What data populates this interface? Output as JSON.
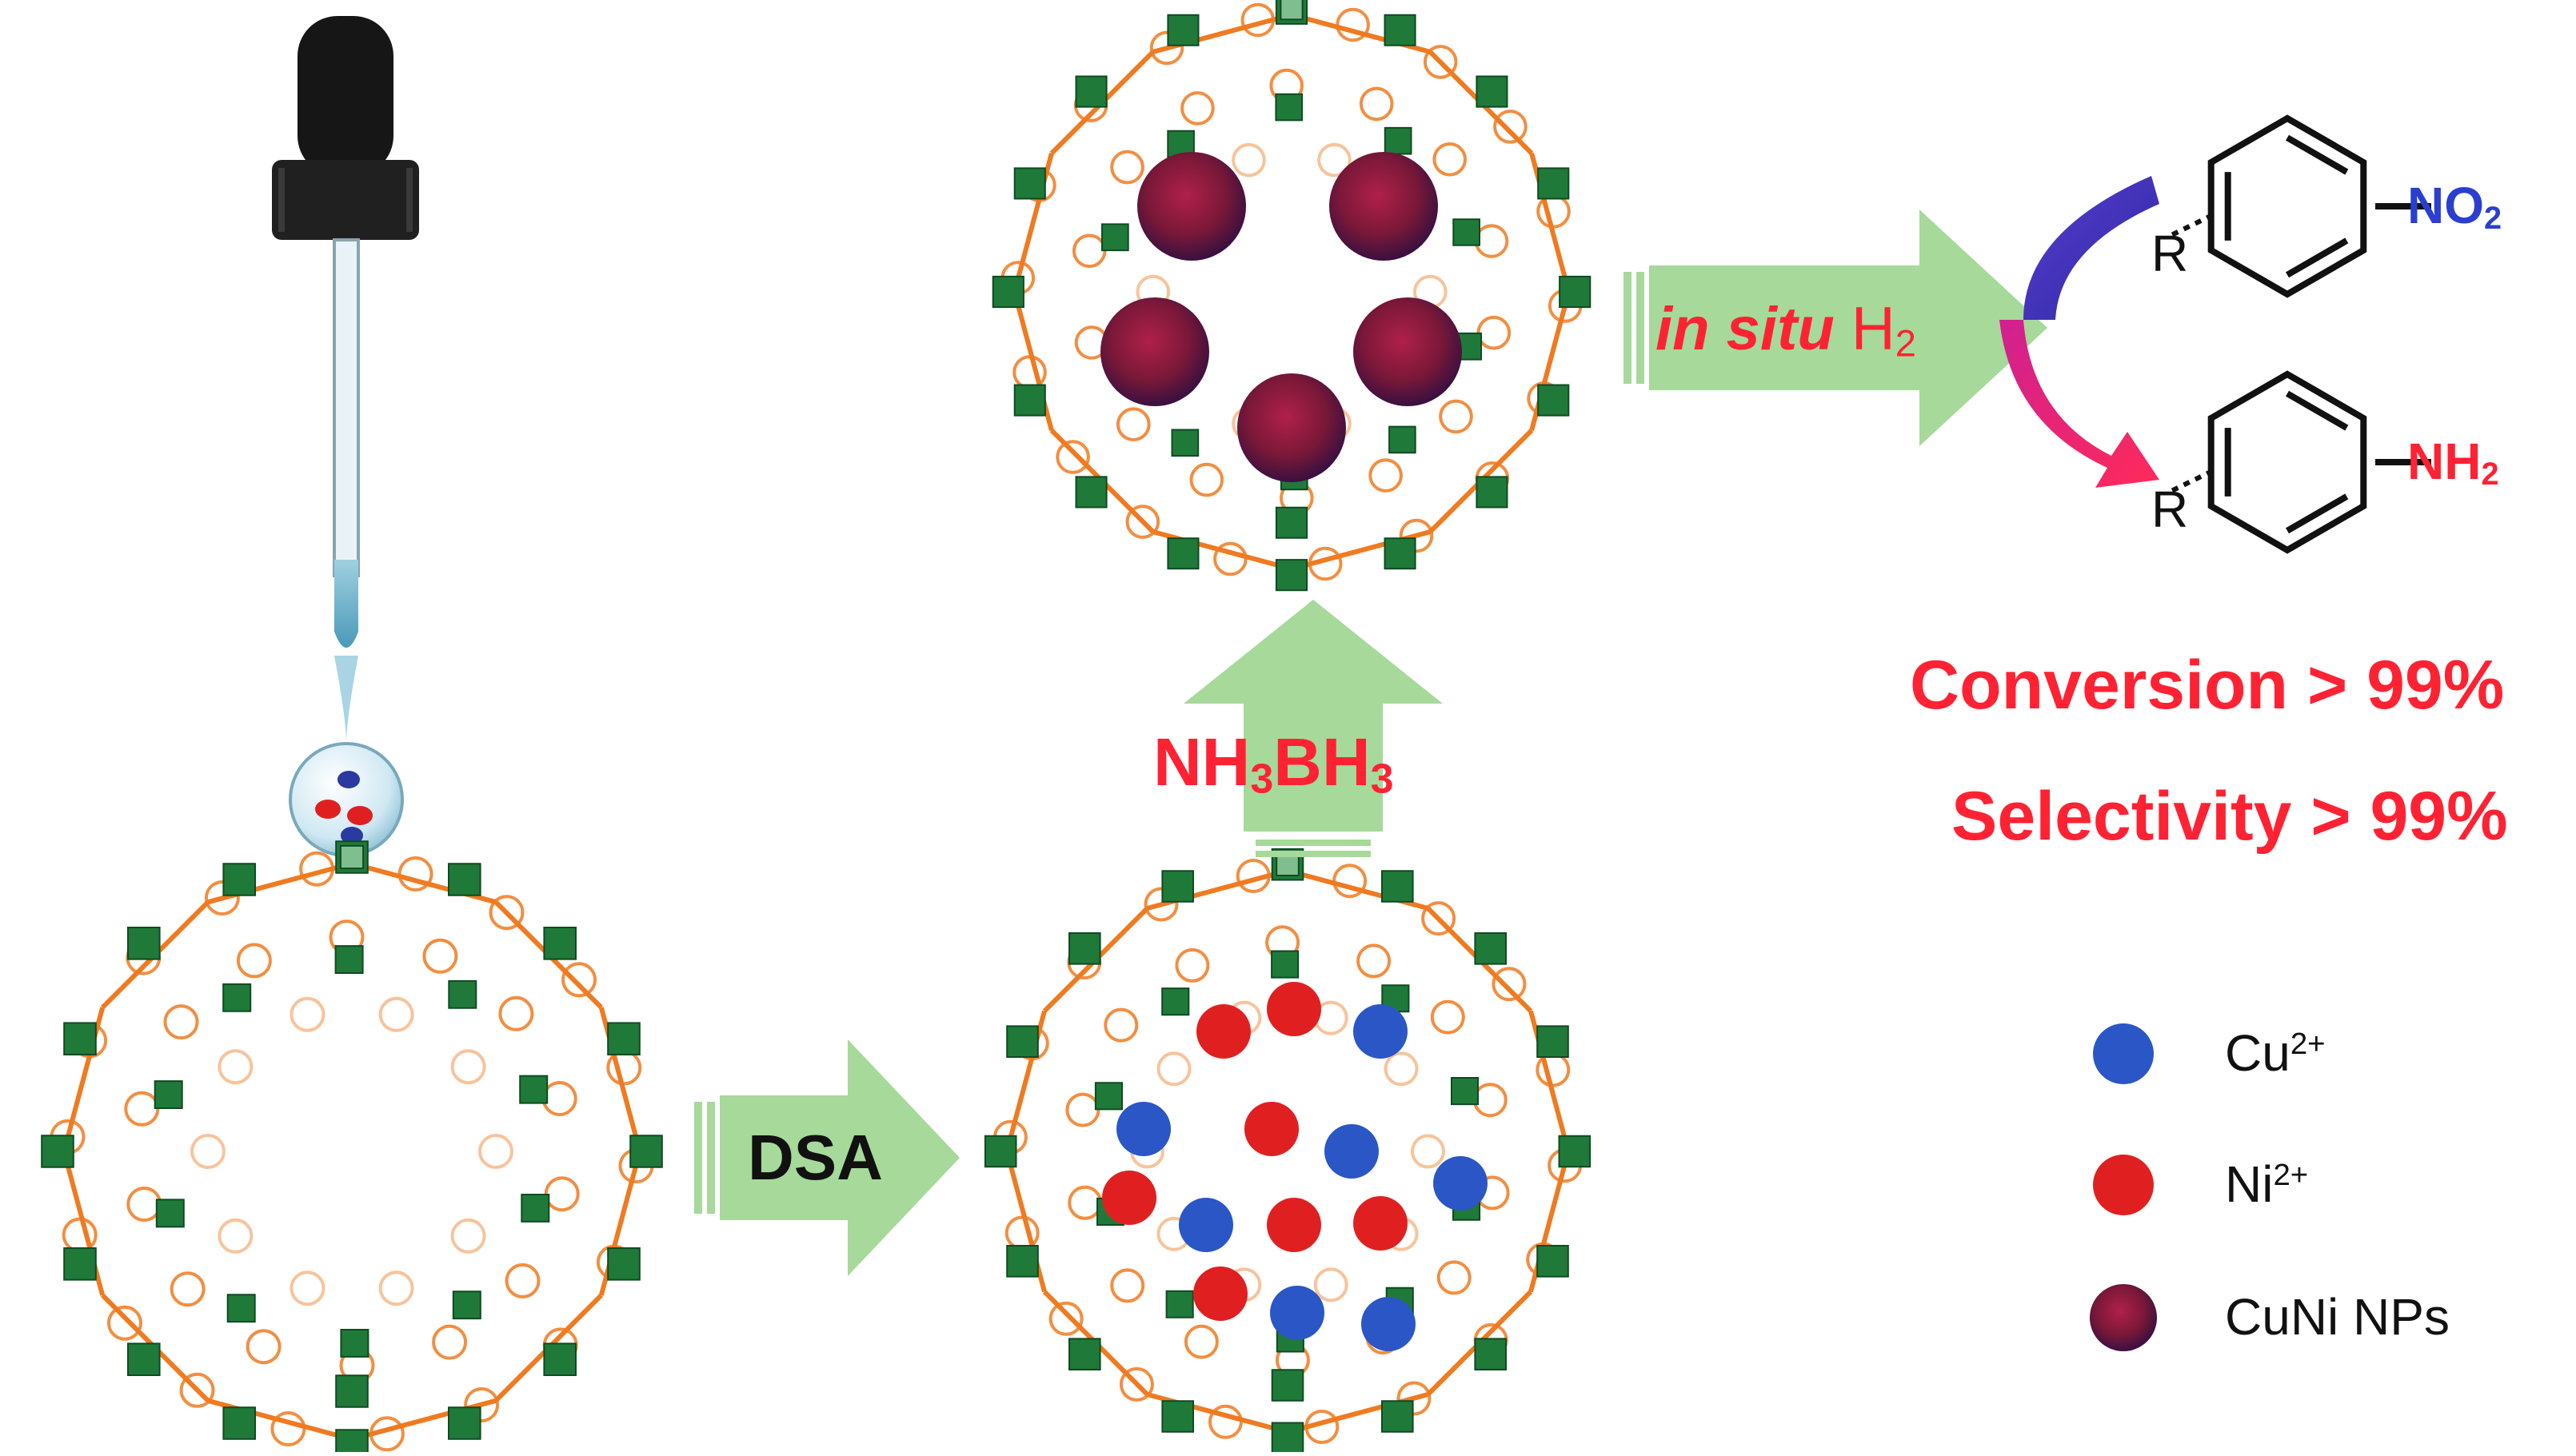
{
  "arrows": {
    "dsa_label": "DSA",
    "reduction_label_main": "NH",
    "reduction_sub1": "3",
    "reduction_mid": "BH",
    "reduction_sub2": "3",
    "hydrogen_label_italic": "in situ",
    "hydrogen_label_h": "H",
    "hydrogen_sub": "2"
  },
  "reaction": {
    "substituent_top": "R",
    "group_top_main": "NO",
    "group_top_sub": "2",
    "substituent_bottom": "R",
    "group_bottom_main": "NH",
    "group_bottom_sub": "2"
  },
  "results": {
    "conversion": "Conversion > 99%",
    "selectivity": "Selectivity > 99%"
  },
  "legend": {
    "items": [
      {
        "label": "Cu",
        "charge": "2+",
        "color": "#2a56c6"
      },
      {
        "label": "Ni",
        "charge": "2+",
        "color": "#e02020"
      },
      {
        "label": "CuNi NPs",
        "charge": "",
        "color": "#8a1a3a"
      }
    ]
  },
  "colors": {
    "framework_green": "#1f7a3a",
    "linker_orange": "#f07a20",
    "arrow_green": "#a6d99a",
    "accent_red": "#ff2233",
    "nitro_blue": "#2a3fd0",
    "amine_red": "#ff2233"
  }
}
